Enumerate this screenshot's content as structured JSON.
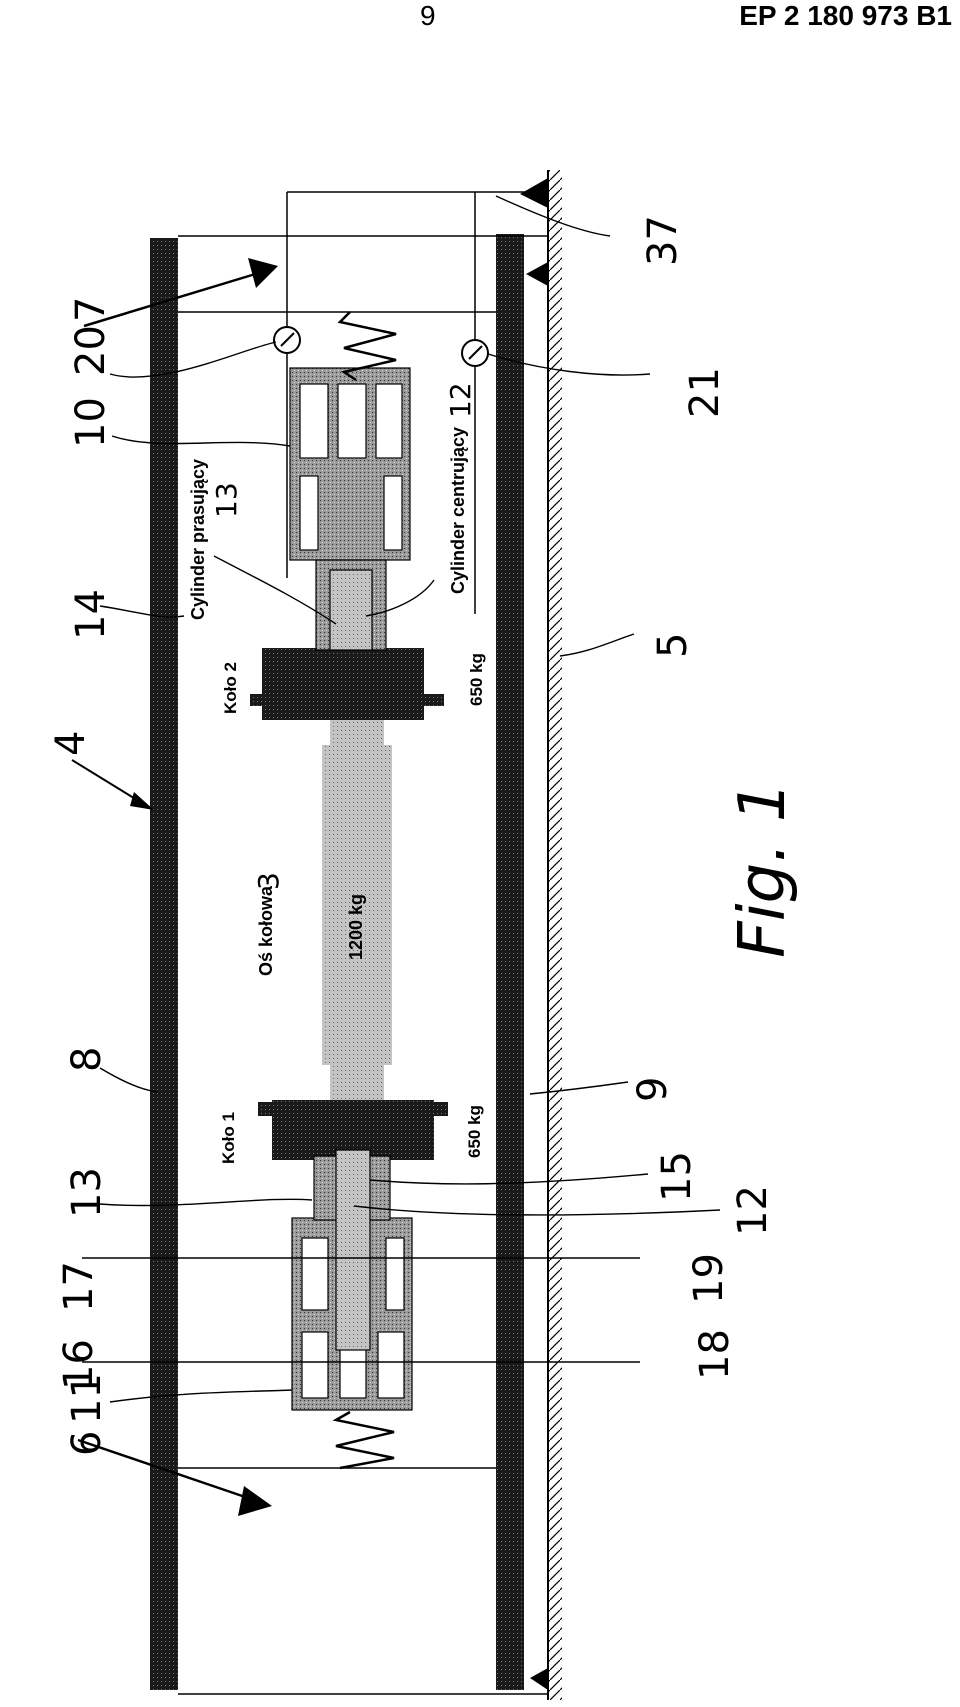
{
  "header": {
    "page_number": "9",
    "document_id": "EP 2 180 973 B1"
  },
  "figure": {
    "caption": "Fig. 1",
    "texts": {
      "axle": "Oś kołowa",
      "axle_mass": "1200 kg",
      "wheel1": "Koło 1",
      "wheel1_mass": "650 kg",
      "wheel2": "Koło 2",
      "wheel2_mass": "650 kg",
      "press_cylinder": "Cylinder prasujący",
      "centering_cylinder": "Cylinder centrujący"
    },
    "reference_numerals": {
      "n3": "3",
      "n4": "4",
      "n5": "5",
      "n6": "6",
      "n7": "7",
      "n8": "8",
      "n9": "9",
      "n10": "10",
      "n11": "11",
      "n12a": "12",
      "n12b": "12",
      "n13a": "13",
      "n13b": "13",
      "n14": "14",
      "n15": "15",
      "n16": "16",
      "n17": "17",
      "n18": "18",
      "n19": "19",
      "n20": "20",
      "n21": "21",
      "n37": "37"
    }
  }
}
